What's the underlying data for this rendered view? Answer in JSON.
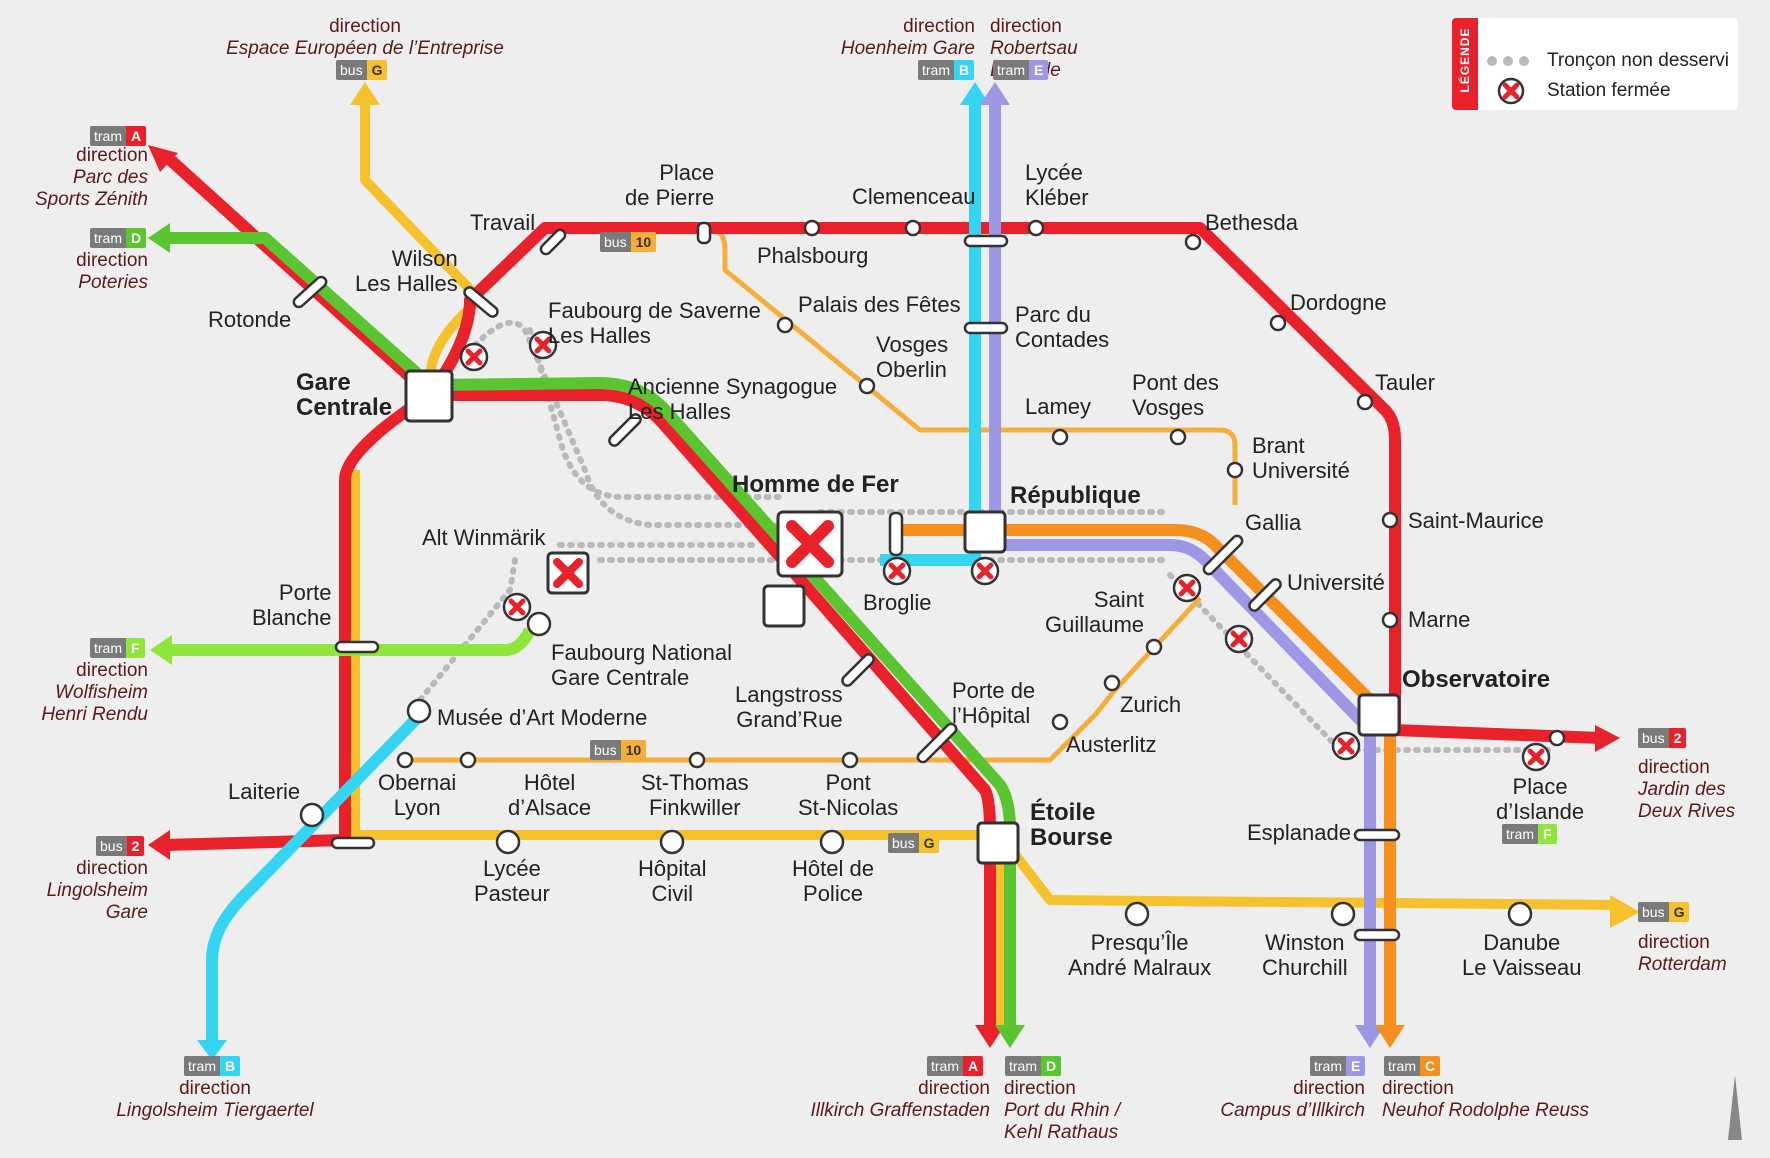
{
  "legend": {
    "title": "LÉGENDE",
    "not_served": "Tronçon non desservi",
    "closed": "Station fermée"
  },
  "colors": {
    "tram_a": "#e8212b",
    "tram_b": "#34d5f2",
    "tram_c": "#f5901e",
    "tram_d": "#5bc531",
    "tram_e": "#9d98e6",
    "tram_f": "#8ee63a",
    "bus_g": "#f5c22e",
    "bus_10": "#f6ae3a",
    "bus_2": "#e8212b",
    "not_served": "#b9b9b9",
    "closed": "#e8212b"
  },
  "stations": {
    "gare_centrale": "Gare\nCentrale",
    "homme_de_fer": "Homme de Fer",
    "republique": "République",
    "observatoire": "Observatoire",
    "etoile": "Étoile\nBourse",
    "travail": "Travail",
    "wilson": "Wilson\nLes Halles",
    "place_de_pierre": "Place\nde Pierre",
    "clemenceau": "Clemenceau",
    "lycee_kleber": "Lycée\nKléber",
    "bethesda": "Bethesda",
    "dordogne": "Dordogne",
    "tauler": "Tauler",
    "phalsbourg": "Phalsbourg",
    "palais_des_fetes": "Palais des Fêtes",
    "parc_contades": "Parc du\nContades",
    "vosges_oberlin": "Vosges\nOberlin",
    "lamey": "Lamey",
    "pont_des_vosges": "Pont des\nVosges",
    "brant": "Brant\nUniversité",
    "faubourg_saverne": "Faubourg de Saverne\nLes Halles",
    "ancienne_synagogue": "Ancienne Synagogue\nLes Halles",
    "rotonde": "Rotonde",
    "alt_winmarik": "Alt Winmärik",
    "porte_blanche": "Porte\nBlanche",
    "faubourg_national": "Faubourg National\nGare Centrale",
    "musee": "Musée d’Art Moderne",
    "broglie": "Broglie",
    "gallia": "Gallia",
    "saint_maurice": "Saint-Maurice",
    "universite": "Université",
    "saint_guillaume": "Saint\nGuillaume",
    "marne": "Marne",
    "langstross": "Langstross\nGrand’Rue",
    "porte_hopital": "Porte de\nl’Hôpital",
    "zurich": "Zurich",
    "austerlitz": "Austerlitz",
    "laiterie": "Laiterie",
    "obernai": "Obernai\nLyon",
    "hotel_alsace": "Hôtel\nd’Alsace",
    "st_thomas": "St-Thomas\nFinkwiller",
    "pont_st_nicolas": "Pont\nSt-Nicolas",
    "lycee_pasteur": "Lycée\nPasteur",
    "hopital_civil": "Hôpital\nCivil",
    "hotel_police": "Hôtel de\nPolice",
    "place_islande": "Place\nd’Islande",
    "esplanade": "Esplanade",
    "presqu_ile": "Presqu’Île\nAndré Malraux",
    "winston": "Winston\nChurchill",
    "danube": "Danube\nLe Vaisseau"
  },
  "termini": {
    "espace_europeen": {
      "dir": "direction",
      "name": "Espace Européen de l’Entreprise"
    },
    "hoenheim": {
      "dir": "direction",
      "name": "Hoenheim Gare"
    },
    "robertsau": {
      "dir": "direction",
      "name": "Robertsau L’Escale"
    },
    "parc_sports": {
      "dir": "direction",
      "name": "Parc des\nSports Zénith"
    },
    "poteries": {
      "dir": "direction",
      "name": "Poteries"
    },
    "wolfisheim": {
      "dir": "direction",
      "name": "Wolfisheim\nHenri Rendu"
    },
    "lingolsheim_gare": {
      "dir": "direction",
      "name": "Lingolsheim\nGare"
    },
    "lingolsheim_tiergaertel": {
      "dir": "direction",
      "name": "Lingolsheim Tiergaertel"
    },
    "illkirch": {
      "dir": "direction",
      "name": "Illkirch Graffenstaden"
    },
    "port_du_rhin": {
      "dir": "direction",
      "name": "Port du Rhin /\nKehl Rathaus"
    },
    "campus_illkirch": {
      "dir": "direction",
      "name": "Campus d’Illkirch"
    },
    "neuhof": {
      "dir": "direction",
      "name": "Neuhof Rodolphe Reuss"
    },
    "jardin_deux_rives": {
      "dir": "direction",
      "name": "Jardin des\nDeux Rives"
    },
    "rotterdam": {
      "dir": "direction",
      "name": "Rotterdam"
    }
  },
  "badges": {
    "bus": "bus",
    "tram": "tram",
    "g": "G",
    "b": "B",
    "e": "E",
    "a": "A",
    "d": "D",
    "f": "F",
    "c": "C",
    "n10": "10",
    "n2": "2"
  }
}
